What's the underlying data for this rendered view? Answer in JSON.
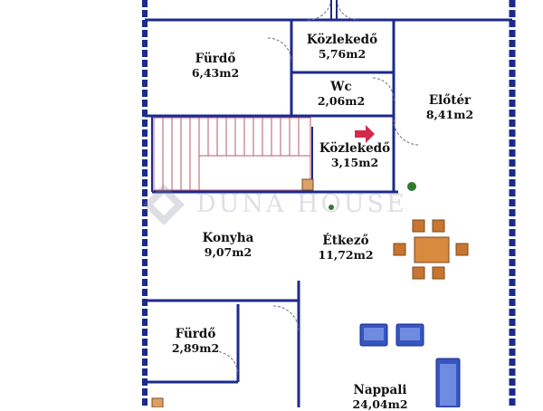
{
  "rooms": {
    "kozlekedo_top": {
      "name": "Közlekedő",
      "area": "5,76m2"
    },
    "furdo_top": {
      "name": "Fürdő",
      "area": "6,43m2"
    },
    "wc": {
      "name": "Wc",
      "area": "2,06m2"
    },
    "eloter": {
      "name": "Előtér",
      "area": "8,41m2"
    },
    "kozlekedo_mid": {
      "name": "Közlekedő",
      "area": "3,15m2"
    },
    "konyha": {
      "name": "Konyha",
      "area": "9,07m2"
    },
    "etkezo": {
      "name": "Étkező",
      "area": "11,72m2"
    },
    "furdo_bottom": {
      "name": "Fürdő",
      "area": "2,89m2"
    },
    "nappali": {
      "name": "Nappali",
      "area": "24,04m2"
    }
  },
  "watermark": {
    "text": "DUNA HOUSE"
  },
  "colors": {
    "wall": "#1c2a8c",
    "wall_fill": "#ffffff",
    "stair_lines": "#b85a6a",
    "arrow": "#d6294b",
    "furniture_chair": "#c8752f",
    "furniture_table": "#d88a3f",
    "sofa": "#3457c0",
    "plant": "#2f7a2f",
    "door": "#6a6f88",
    "watermark": "#8a8fa6"
  }
}
